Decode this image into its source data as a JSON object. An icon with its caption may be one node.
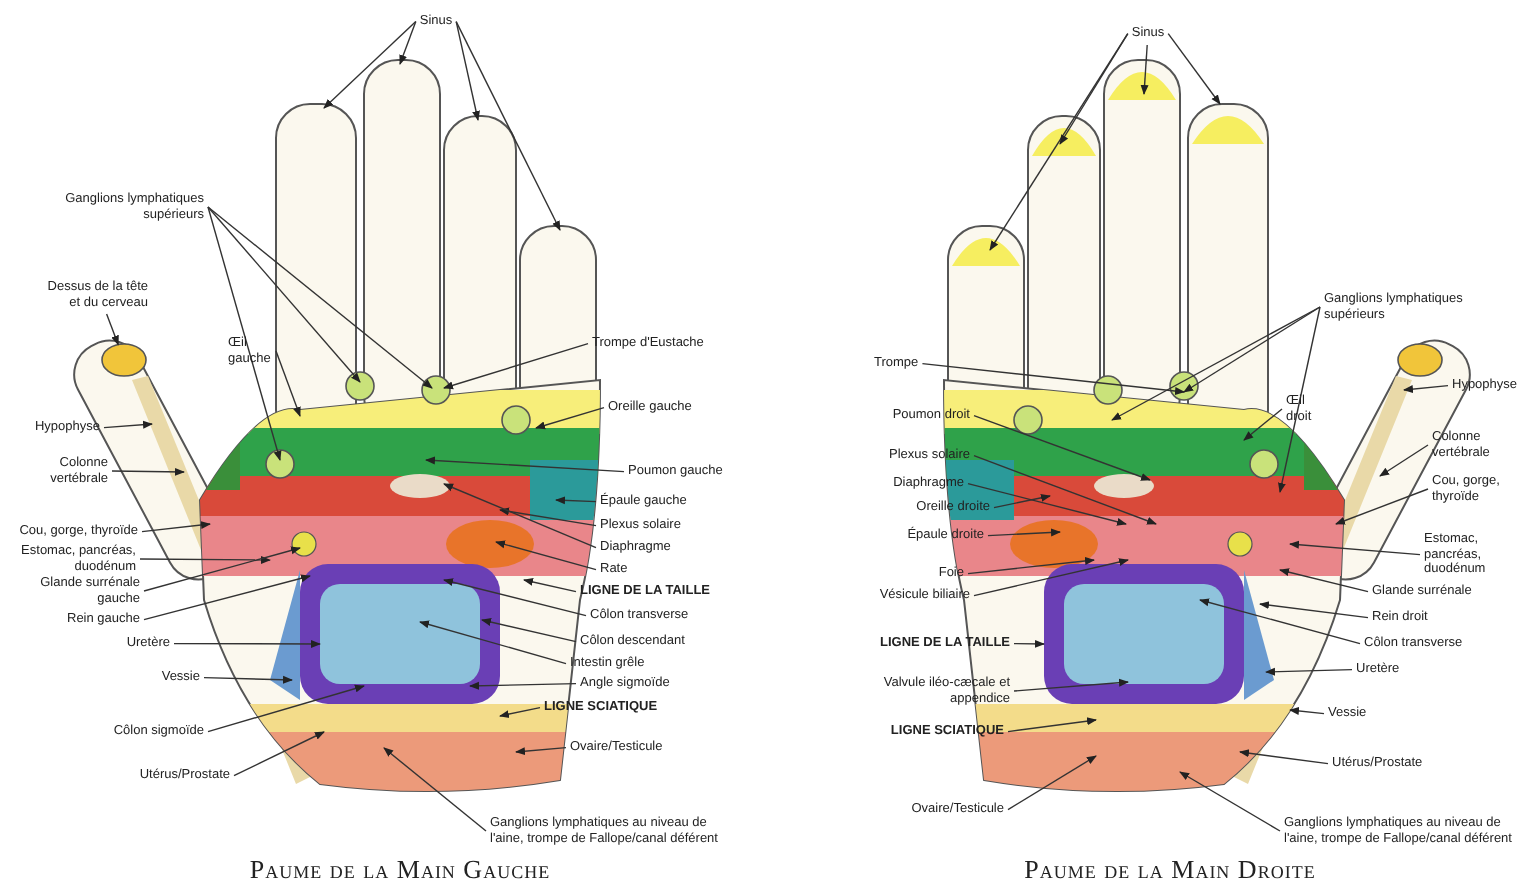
{
  "diagram": {
    "nodes": [
      {
        "text": [
          "Sinus"
        ]
      },
      {
        "text": [
          "Ganglions lymphatiques supérieurs"
        ]
      },
      {
        "text": [
          "Dessus de la tête et du cerveau"
        ]
      },
      {
        "text": [
          "Hypophyse"
        ]
      },
      {
        "text": [
          "Colonne vertébrale"
        ]
      },
      {
        "text": [
          "Œil gauche"
        ]
      },
      {
        "text": [
          "Trompe d'Eustache"
        ]
      },
      {
        "text": [
          "Oreille gauche"
        ]
      },
      {
        "text": [
          "Poumon gauche"
        ]
      },
      {
        "text": [
          "Épaule gauche"
        ]
      },
      {
        "text": [
          "Plexus solaire"
        ]
      },
      {
        "text": [
          "Diaphragme"
        ]
      },
      {
        "text": [
          "Rate"
        ]
      },
      {
        "text": [
          "LIGNE DE LA TAILLE"
        ]
      },
      {
        "text": [
          "Côlon transverse"
        ]
      },
      {
        "text": [
          "Côlon descendant"
        ]
      },
      {
        "text": [
          "Intestin grêle"
        ]
      },
      {
        "text": [
          "Angle sigmoïde"
        ]
      },
      {
        "text": [
          "LIGNE SCIATIQUE"
        ]
      },
      {
        "text": [
          "Ovaire/Testicule"
        ]
      },
      {
        "text": [
          "Ganglions lymphatiques au niveau de l'aine, trompe de Fallope/canal déférent"
        ]
      },
      {
        "text": [
          "Cou, gorge, thyroïde"
        ]
      },
      {
        "text": [
          "Estomac, pancréas, duodénum"
        ]
      },
      {
        "text": [
          "Glande surrénale gauche"
        ]
      },
      {
        "text": [
          "Rein gauche"
        ]
      },
      {
        "text": [
          "Uretère"
        ]
      },
      {
        "text": [
          "Vessie"
        ]
      },
      {
        "text": [
          "Côlon sigmoïde"
        ]
      },
      {
        "text": [
          "Utérus/Prostate"
        ]
      },
      {
        "text": [
          "Sinus"
        ]
      },
      {
        "text": [
          "Ganglions lymphatiques supérieurs"
        ]
      },
      {
        "text": [
          "Hypophyse"
        ]
      },
      {
        "text": [
          "Colonne vertébrale"
        ]
      },
      {
        "text": [
          "Cou, gorge, thyroïde"
        ]
      },
      {
        "text": [
          "Estomac, pancréas, duodénum"
        ]
      },
      {
        "text": [
          "Glande surrénale"
        ]
      },
      {
        "text": [
          "Rein droit"
        ]
      },
      {
        "text": [
          "Côlon transverse"
        ]
      },
      {
        "text": [
          "Uretère"
        ]
      },
      {
        "text": [
          "Vessie"
        ]
      },
      {
        "text": [
          "Utérus/Prostate"
        ]
      },
      {
        "text": [
          "Ganglions lymphatiques au niveau de l'aine, trompe de Fallope/canal déférent"
        ]
      },
      {
        "text": [
          "Œil droit"
        ]
      },
      {
        "text": [
          "Trompe"
        ]
      },
      {
        "text": [
          "Poumon droit"
        ]
      },
      {
        "text": [
          "Plexus solaire"
        ]
      },
      {
        "text": [
          "Diaphragme"
        ]
      },
      {
        "text": [
          "Oreille droite"
        ]
      },
      {
        "text": [
          "Épaule droite"
        ]
      },
      {
        "text": [
          "Foie"
        ]
      },
      {
        "text": [
          "Vésicule biliaire"
        ]
      },
      {
        "text": [
          "LIGNE DE LA TAILLE"
        ]
      },
      {
        "text": [
          "Valvule iléo-cæcale et appendice"
        ]
      },
      {
        "text": [
          "LIGNE SCIATIQUE"
        ]
      },
      {
        "text": [
          "Ovaire/Testicule"
        ]
      },
      {
        "text": [],
        "shape": "circle"
      }
    ],
    "edges": [
      {
        "from": 0,
        "to": null,
        "arrow": "to"
      },
      {
        "from": 0,
        "to": null,
        "arrow": "to"
      },
      {
        "from": 0,
        "to": null,
        "arrow": "to"
      },
      {
        "from": 0,
        "to": null,
        "arrow": "to"
      },
      {
        "from": 1,
        "to": null,
        "arrow": "to"
      },
      {
        "from": 1,
        "to": null,
        "arrow": "to"
      },
      {
        "from": 1,
        "to": null,
        "arrow": "to"
      },
      {
        "from": 2,
        "to": 55,
        "arrow": "to"
      },
      {
        "from": 3,
        "to": null,
        "arrow": "to"
      },
      {
        "from": 4,
        "to": null,
        "arrow": "to"
      },
      {
        "from": 5,
        "to": null,
        "arrow": "to"
      },
      {
        "from": 6,
        "to": null,
        "arrow": "to"
      },
      {
        "from": 7,
        "to": null,
        "arrow": "to"
      },
      {
        "from": 8,
        "to": null,
        "arrow": "to"
      },
      {
        "from": 9,
        "to": null,
        "arrow": "to"
      },
      {
        "from": 10,
        "to": null,
        "arrow": "to"
      },
      {
        "from": 11,
        "to": null,
        "arrow": "to"
      },
      {
        "from": 12,
        "to": null,
        "arrow": "to"
      },
      {
        "from": 13,
        "to": null,
        "arrow": "to"
      },
      {
        "from": 14,
        "to": null,
        "arrow": "to"
      },
      {
        "from": 15,
        "to": null,
        "arrow": "to"
      },
      {
        "from": 16,
        "to": null,
        "arrow": "to"
      },
      {
        "from": 17,
        "to": null,
        "arrow": "to"
      },
      {
        "from": 18,
        "to": null,
        "arrow": "to"
      },
      {
        "from": 19,
        "to": null,
        "arrow": "to"
      },
      {
        "from": 20,
        "to": null,
        "arrow": "to"
      },
      {
        "from": 21,
        "to": null,
        "arrow": "to"
      },
      {
        "from": 22,
        "to": null,
        "arrow": "to"
      },
      {
        "from": 23,
        "to": null,
        "arrow": "to"
      },
      {
        "from": 24,
        "to": null,
        "arrow": "to"
      },
      {
        "from": 25,
        "to": null,
        "arrow": "to"
      },
      {
        "from": 26,
        "to": null,
        "arrow": "to"
      },
      {
        "from": 27,
        "to": null,
        "arrow": "to"
      },
      {
        "from": 28,
        "to": null,
        "arrow": "to"
      },
      {
        "from": 29,
        "to": null,
        "arrow": "to"
      },
      {
        "from": 29,
        "to": null,
        "arrow": "to"
      },
      {
        "from": 29,
        "to": null,
        "arrow": "to"
      },
      {
        "from": 29,
        "to": null,
        "arrow": "to"
      },
      {
        "from": 30,
        "to": null,
        "arrow": "to"
      },
      {
        "from": 30,
        "to": null,
        "arrow": "to"
      },
      {
        "from": 30,
        "to": null,
        "arrow": "to"
      },
      {
        "from": 31,
        "to": null,
        "arrow": "to"
      },
      {
        "from": 32,
        "to": null,
        "arrow": "to"
      },
      {
        "from": 33,
        "to": null,
        "arrow": "to"
      },
      {
        "from": 34,
        "to": null,
        "arrow": "to"
      },
      {
        "from": 35,
        "to": null,
        "arrow": "to"
      },
      {
        "from": 36,
        "to": null,
        "arrow": "to"
      },
      {
        "from": 37,
        "to": null,
        "arrow": "to"
      },
      {
        "from": 38,
        "to": null,
        "arrow": "to"
      },
      {
        "from": 39,
        "to": null,
        "arrow": "to"
      },
      {
        "from": 40,
        "to": null,
        "arrow": "to"
      },
      {
        "from": 41,
        "to": null,
        "arrow": "to"
      },
      {
        "from": 42,
        "to": null,
        "arrow": "to"
      },
      {
        "from": 43,
        "to": null,
        "arrow": "to"
      },
      {
        "from": 44,
        "to": null,
        "arrow": "to"
      },
      {
        "from": 45,
        "to": null,
        "arrow": "to"
      },
      {
        "from": 46,
        "to": null,
        "arrow": "to"
      },
      {
        "from": 47,
        "to": null,
        "arrow": "to"
      },
      {
        "from": 48,
        "to": null,
        "arrow": "to"
      },
      {
        "from": 49,
        "to": null,
        "arrow": "to"
      },
      {
        "from": 50,
        "to": null,
        "arrow": "to"
      },
      {
        "from": 51,
        "to": null,
        "arrow": "to"
      },
      {
        "from": 52,
        "to": null,
        "arrow": "to"
      },
      {
        "from": 53,
        "to": null,
        "arrow": "to"
      },
      {
        "from": 54,
        "to": null,
        "arrow": "to"
      }
    ],
    "labels": [
      "Paume de la Main Gauche",
      "Paume de la Main Droite"
    ]
  }
}
